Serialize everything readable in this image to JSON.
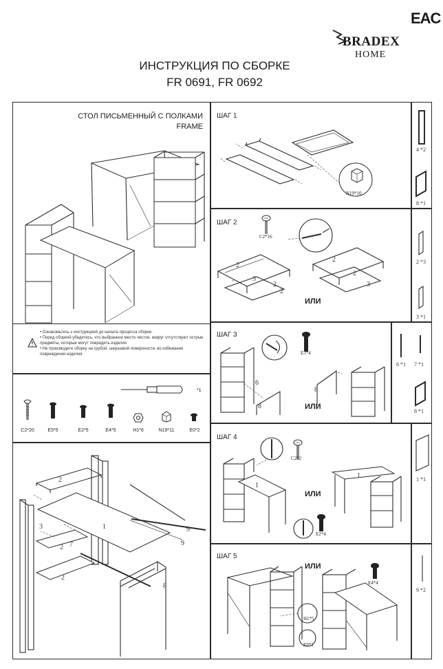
{
  "header": {
    "cert_mark": "EAC",
    "brand": "BRADEX",
    "brand_sub": "HOME",
    "title_line1": "ИНСТРУКЦИЯ ПО СБОРКЕ",
    "title_line2": "FR 0691, FR 0692"
  },
  "product": {
    "name": "СТОЛ ПИСЬМЕННЫЙ С ПОЛКАМИ",
    "series": "FRAME"
  },
  "warnings": [
    "• Ознакомьтесь с инструкцией до начала процесса сборки.",
    "• Перед сборкой убедитесь, что выбранное место чистое, вокруг отсутствуют острые предметы, которые могут повредить изделия",
    "• Не производите сборку на грубой, шершавой поверхности, во избежание повреждения изделия"
  ],
  "tools": {
    "screwdriver_qty": "*1"
  },
  "hardware": [
    {
      "code": "C2*20"
    },
    {
      "code": "E5*5"
    },
    {
      "code": "E2*5"
    },
    {
      "code": "E4*5"
    },
    {
      "code": "H1*6"
    },
    {
      "code": "N19*11"
    },
    {
      "code": "E0*2"
    }
  ],
  "parts_labels": {
    "p1": "1",
    "p2a": "2",
    "p2b": "2",
    "p2c": "2",
    "p3": "3",
    "p7": "7",
    "p8": "8",
    "p9a": "9",
    "p9b": "9"
  },
  "steps": [
    {
      "title": "ШАГ 1",
      "callout": "N19*10",
      "or": ""
    },
    {
      "title": "ШАГ 2",
      "callout": "C2*16",
      "or": "ИЛИ"
    },
    {
      "title": "ШАГ 3",
      "callout": "E5*4",
      "or": "ИЛИ"
    },
    {
      "title": "ШАГ 4",
      "callout": "C2*2",
      "callout2": "E2*4",
      "or": "ИЛИ"
    },
    {
      "title": "ШАГ 5",
      "callout": "E4*4",
      "callout2": "H1*5",
      "callout3": "E0*1",
      "or": "ИЛИ"
    }
  ],
  "side_parts": {
    "s1a": "4 *2",
    "s1b": "8 *1",
    "s2a": "2 *3",
    "s2b": "3 *1",
    "s3a": "6 *1",
    "s3b": "7 *1",
    "s3c": "8 *1",
    "s4a": "1 *1",
    "s5a": "9 *2"
  }
}
